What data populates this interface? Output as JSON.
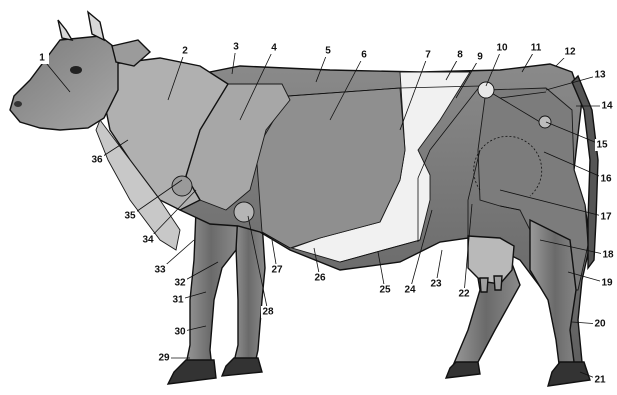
{
  "colors": {
    "background": "#ffffff",
    "body_dark": "#6f6f6f",
    "body_mid": "#9a9a9a",
    "body_light": "#c4c4c4",
    "flank_light": "#f2f2f2",
    "line": "#111111"
  },
  "labels": [
    {
      "text": "1",
      "part": "head"
    },
    {
      "text": "2",
      "part": "neck"
    },
    {
      "text": "3",
      "part": "withers"
    },
    {
      "text": "4",
      "part": "shoulder"
    },
    {
      "text": "5",
      "part": "back"
    },
    {
      "text": "6",
      "part": "thorax-upper"
    },
    {
      "text": "7",
      "part": "thorax-flank"
    },
    {
      "text": "8",
      "part": "loin"
    },
    {
      "text": "9",
      "part": "hunger-hollow"
    },
    {
      "text": "10",
      "part": "hip-point"
    },
    {
      "text": "11",
      "part": "sacrum"
    },
    {
      "text": "12",
      "part": "tail-head"
    },
    {
      "text": "13",
      "part": "croup"
    },
    {
      "text": "14",
      "part": "tail"
    },
    {
      "text": "15",
      "part": "pin-bone"
    },
    {
      "text": "16",
      "part": "thigh-upper"
    },
    {
      "text": "17",
      "part": "hip-joint"
    },
    {
      "text": "18",
      "part": "thigh"
    },
    {
      "text": "19",
      "part": "hock"
    },
    {
      "text": "20",
      "part": "hind-shank"
    },
    {
      "text": "21",
      "part": "hind-hoof"
    },
    {
      "text": "22",
      "part": "udder"
    },
    {
      "text": "23",
      "part": "flank-lower"
    },
    {
      "text": "24",
      "part": "abdomen"
    },
    {
      "text": "25",
      "part": "belly"
    },
    {
      "text": "26",
      "part": "sternum"
    },
    {
      "text": "27",
      "part": "brisket-rear"
    },
    {
      "text": "28",
      "part": "elbow"
    },
    {
      "text": "29",
      "part": "fore-hoof"
    },
    {
      "text": "30",
      "part": "fore-pastern"
    },
    {
      "text": "31",
      "part": "fore-shank"
    },
    {
      "text": "32",
      "part": "forearm"
    },
    {
      "text": "33",
      "part": "brisket"
    },
    {
      "text": "34",
      "part": "upper-arm"
    },
    {
      "text": "35",
      "part": "shoulder-joint"
    },
    {
      "text": "36",
      "part": "dewlap"
    }
  ]
}
